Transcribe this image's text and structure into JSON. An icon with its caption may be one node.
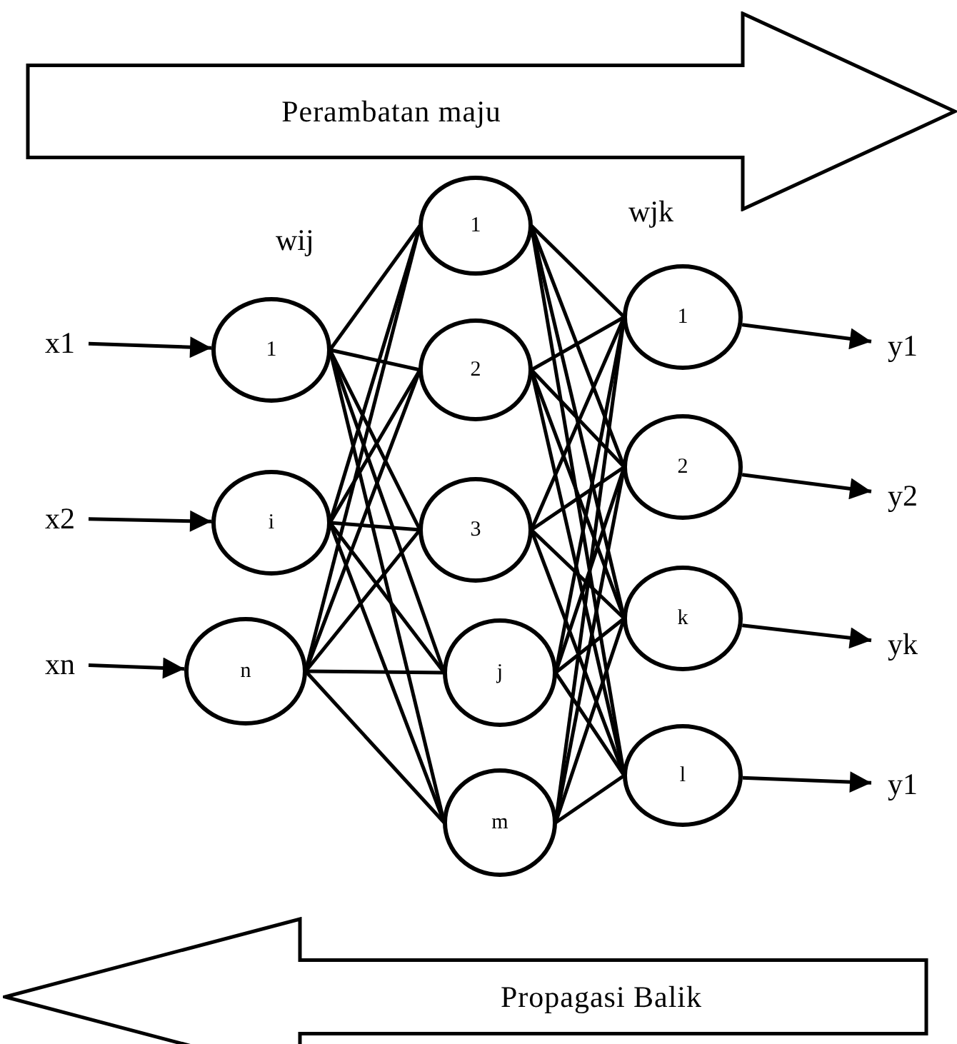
{
  "diagram": {
    "nodes": [
      {
        "text": [
          "Perambatan maju"
        ]
      },
      {
        "text": [
          "x1"
        ]
      },
      {
        "text": [
          "x2"
        ]
      },
      {
        "text": [
          "xn"
        ]
      },
      {
        "text": [
          "1"
        ]
      },
      {
        "text": [
          "i"
        ]
      },
      {
        "text": [
          "n"
        ]
      },
      {
        "text": [
          "1"
        ]
      },
      {
        "text": [
          "2"
        ]
      },
      {
        "text": [
          "3"
        ]
      },
      {
        "text": [
          "j"
        ]
      },
      {
        "text": [
          "m"
        ]
      },
      {
        "text": [
          "1"
        ]
      },
      {
        "text": [
          "2"
        ]
      },
      {
        "text": [
          "k"
        ]
      },
      {
        "text": [
          "l"
        ]
      },
      {
        "text": [
          "y1"
        ]
      },
      {
        "text": [
          "y2"
        ]
      },
      {
        "text": [
          "yk"
        ]
      },
      {
        "text": [
          "y1"
        ]
      },
      {
        "text": [
          "Propagasi Balik"
        ]
      }
    ],
    "edges": [
      {
        "from": 1,
        "to": 4,
        "arrow": "to"
      },
      {
        "from": 2,
        "to": 5,
        "arrow": "to"
      },
      {
        "from": 3,
        "to": 6,
        "arrow": "to"
      },
      {
        "from": 4,
        "to": 7,
        "arrow": "none"
      },
      {
        "from": 4,
        "to": 8,
        "arrow": "none"
      },
      {
        "from": 4,
        "to": 9,
        "arrow": "none"
      },
      {
        "from": 4,
        "to": 10,
        "arrow": "none"
      },
      {
        "from": 4,
        "to": 11,
        "arrow": "none"
      },
      {
        "from": 5,
        "to": 7,
        "arrow": "none"
      },
      {
        "from": 5,
        "to": 8,
        "arrow": "none"
      },
      {
        "from": 5,
        "to": 9,
        "arrow": "none"
      },
      {
        "from": 5,
        "to": 10,
        "arrow": "none"
      },
      {
        "from": 5,
        "to": 11,
        "arrow": "none"
      },
      {
        "from": 6,
        "to": 7,
        "arrow": "none"
      },
      {
        "from": 6,
        "to": 8,
        "arrow": "none"
      },
      {
        "from": 6,
        "to": 9,
        "arrow": "none"
      },
      {
        "from": 6,
        "to": 10,
        "arrow": "none"
      },
      {
        "from": 6,
        "to": 11,
        "arrow": "none"
      },
      {
        "from": 7,
        "to": 12,
        "arrow": "none"
      },
      {
        "from": 7,
        "to": 13,
        "arrow": "none"
      },
      {
        "from": 7,
        "to": 14,
        "arrow": "none"
      },
      {
        "from": 7,
        "to": 15,
        "arrow": "none"
      },
      {
        "from": 8,
        "to": 12,
        "arrow": "none"
      },
      {
        "from": 8,
        "to": 13,
        "arrow": "none"
      },
      {
        "from": 8,
        "to": 14,
        "arrow": "none"
      },
      {
        "from": 8,
        "to": 15,
        "arrow": "none"
      },
      {
        "from": 9,
        "to": 12,
        "arrow": "none"
      },
      {
        "from": 9,
        "to": 13,
        "arrow": "none"
      },
      {
        "from": 9,
        "to": 14,
        "arrow": "none"
      },
      {
        "from": 9,
        "to": 15,
        "arrow": "none"
      },
      {
        "from": 10,
        "to": 12,
        "arrow": "none"
      },
      {
        "from": 10,
        "to": 13,
        "arrow": "none"
      },
      {
        "from": 10,
        "to": 14,
        "arrow": "none"
      },
      {
        "from": 10,
        "to": 15,
        "arrow": "none"
      },
      {
        "from": 11,
        "to": 12,
        "arrow": "none"
      },
      {
        "from": 11,
        "to": 13,
        "arrow": "none"
      },
      {
        "from": 11,
        "to": 14,
        "arrow": "none"
      },
      {
        "from": 11,
        "to": 15,
        "arrow": "none"
      },
      {
        "from": 12,
        "to": 16,
        "arrow": "to"
      },
      {
        "from": 13,
        "to": 17,
        "arrow": "to"
      },
      {
        "from": 14,
        "to": 18,
        "arrow": "to"
      },
      {
        "from": 15,
        "to": 19,
        "arrow": "to"
      }
    ],
    "labels": [
      "wij",
      "wjk"
    ]
  }
}
